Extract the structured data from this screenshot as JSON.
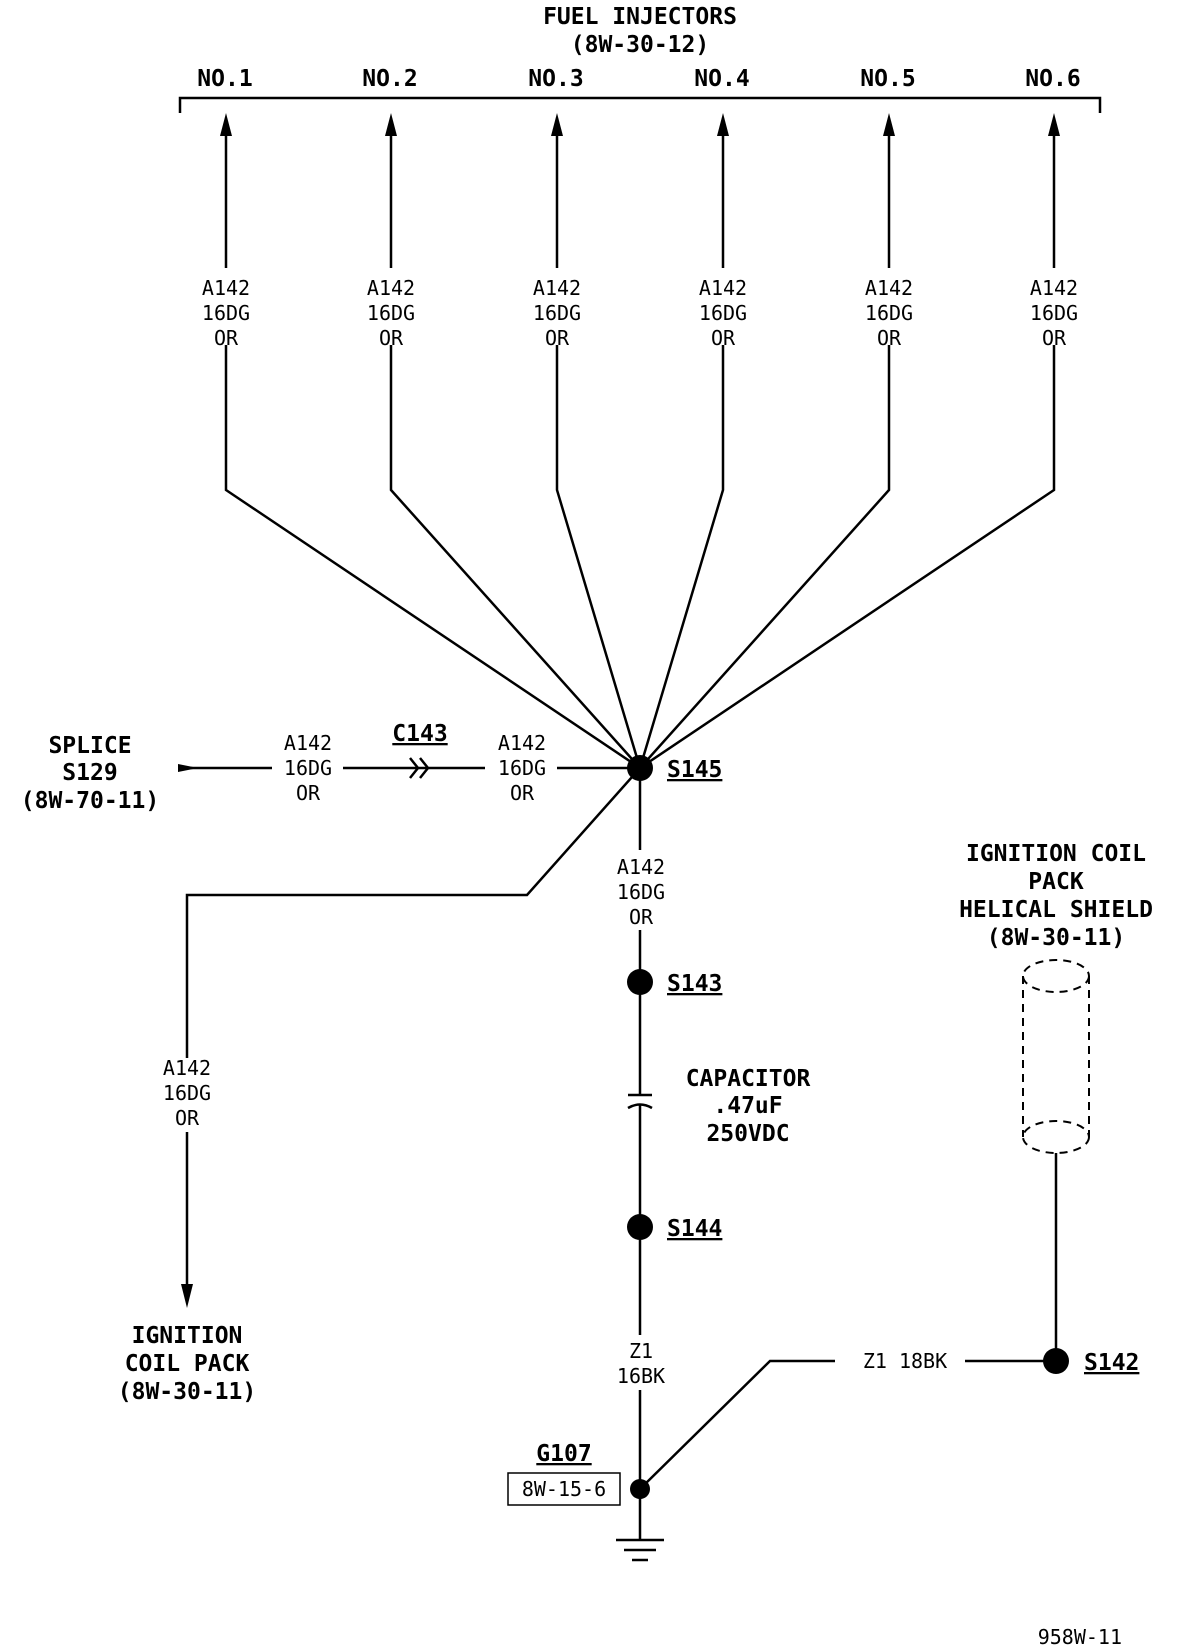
{
  "fuel_injectors": {
    "title": "FUEL INJECTORS",
    "ref": "(8W-30-12)",
    "labels": [
      "NO.1",
      "NO.2",
      "NO.3",
      "NO.4",
      "NO.5",
      "NO.6"
    ]
  },
  "injector_wire": {
    "circuit": "A142",
    "gauge": "16DG",
    "color": "OR"
  },
  "splice_in": {
    "line1": "SPLICE",
    "line2": "S129",
    "line3": "(8W-70-11)"
  },
  "connector": "C143",
  "feed_wire": {
    "circuit": "A142",
    "gauge": "16DG",
    "color": "OR"
  },
  "feed_wire2": {
    "circuit": "A142",
    "gauge": "16DG",
    "color": "OR"
  },
  "splices": {
    "s145": "S145",
    "s143": "S143",
    "s144": "S144",
    "s142": "S142"
  },
  "down_wire": {
    "circuit": "A142",
    "gauge": "16DG",
    "color": "OR"
  },
  "coil_wire": {
    "circuit": "A142",
    "gauge": "16DG",
    "color": "OR"
  },
  "capacitor": {
    "line1": "CAPACITOR",
    "line2": ".47uF",
    "line3": "250VDC"
  },
  "coil_pack": {
    "line1": "IGNITION",
    "line2": "COIL PACK",
    "line3": "(8W-30-11)"
  },
  "shield": {
    "line1": "IGNITION COIL",
    "line2": "PACK",
    "line3": "HELICAL SHIELD",
    "line4": "(8W-30-11)"
  },
  "ground_wire": {
    "circuit": "Z1",
    "gauge": "16BK"
  },
  "shield_wire": "Z1 18BK",
  "ground": {
    "name": "G107",
    "ref": "8W-15-6"
  },
  "figure_id": "958W-11"
}
